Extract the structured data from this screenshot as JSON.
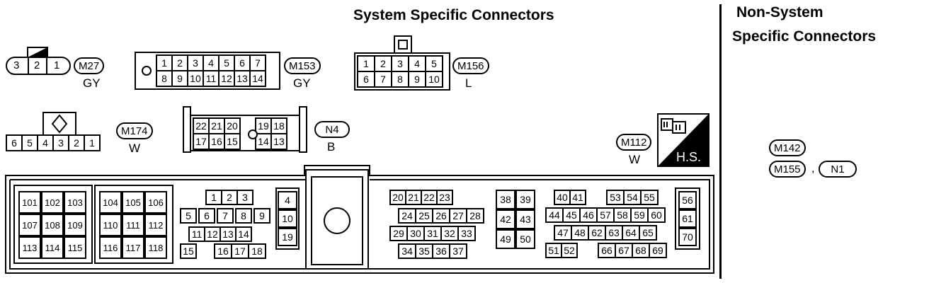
{
  "headings": {
    "system_specific": "System Specific Connectors",
    "non_system_line1": "Non-System",
    "non_system_line2": "Specific Connectors"
  },
  "connectors": {
    "m27": {
      "label": "M27",
      "color": "GY",
      "pins": [
        "3",
        "2",
        "1"
      ]
    },
    "m153": {
      "label": "M153",
      "color": "GY",
      "rows": [
        [
          "1",
          "2",
          "3",
          "4",
          "5",
          "6",
          "7"
        ],
        [
          "8",
          "9",
          "10",
          "11",
          "12",
          "13",
          "14"
        ]
      ]
    },
    "m156": {
      "label": "M156",
      "color": "L",
      "rows": [
        [
          "1",
          "2",
          "3",
          "4",
          "5"
        ],
        [
          "6",
          "7",
          "8",
          "9",
          "10"
        ]
      ]
    },
    "m174": {
      "label": "M174",
      "color": "W",
      "pins": [
        "6",
        "5",
        "4",
        "3",
        "2",
        "1"
      ]
    },
    "n4": {
      "label": "N4",
      "color": "B",
      "rows": [
        [
          "22",
          "21",
          "20",
          "",
          "19",
          "18"
        ],
        [
          "17",
          "16",
          "15",
          "",
          "14",
          "13"
        ]
      ]
    },
    "m112": {
      "label": "M112",
      "color": "W",
      "badge": "H.S."
    },
    "non_system": {
      "m142": "M142",
      "m155": "M155",
      "separator": ",",
      "n1": "N1"
    },
    "ecm": {
      "group_a": [
        [
          "101",
          "102",
          "103"
        ],
        [
          "107",
          "108",
          "109"
        ],
        [
          "113",
          "114",
          "115"
        ]
      ],
      "group_b": [
        [
          "104",
          "105",
          "106"
        ],
        [
          "110",
          "111",
          "112"
        ],
        [
          "116",
          "117",
          "118"
        ]
      ],
      "group_c": {
        "row1": [
          "1",
          "2",
          "3"
        ],
        "row2": [
          "5",
          "6",
          "7",
          "8",
          "9"
        ],
        "row3": [
          "11",
          "12",
          "13",
          "14"
        ],
        "row4a": [
          "15"
        ],
        "row4b": [
          "16",
          "17",
          "18"
        ]
      },
      "group_d": [
        "4",
        "10",
        "19"
      ],
      "group_e": {
        "row1": [
          "20",
          "21",
          "22",
          "23"
        ],
        "row2": [
          "24",
          "25",
          "26",
          "27",
          "28"
        ],
        "row3": [
          "29",
          "30",
          "31",
          "32",
          "33"
        ],
        "row4": [
          "34",
          "35",
          "36",
          "37"
        ]
      },
      "group_f": [
        [
          "38",
          "39"
        ],
        [
          "42",
          "43"
        ],
        [
          "49",
          "50"
        ]
      ],
      "group_g": {
        "row1a": [
          "40",
          "41"
        ],
        "row1b": [
          "53",
          "54",
          "55"
        ],
        "row2": [
          "44",
          "45",
          "46",
          "57",
          "58",
          "59",
          "60"
        ],
        "row3": [
          "47",
          "48",
          "62",
          "63",
          "64",
          "65"
        ],
        "row4a": [
          "51",
          "52"
        ],
        "row4b": [
          "66",
          "67",
          "68",
          "69"
        ]
      },
      "group_h": [
        "56",
        "61",
        "70"
      ]
    }
  }
}
